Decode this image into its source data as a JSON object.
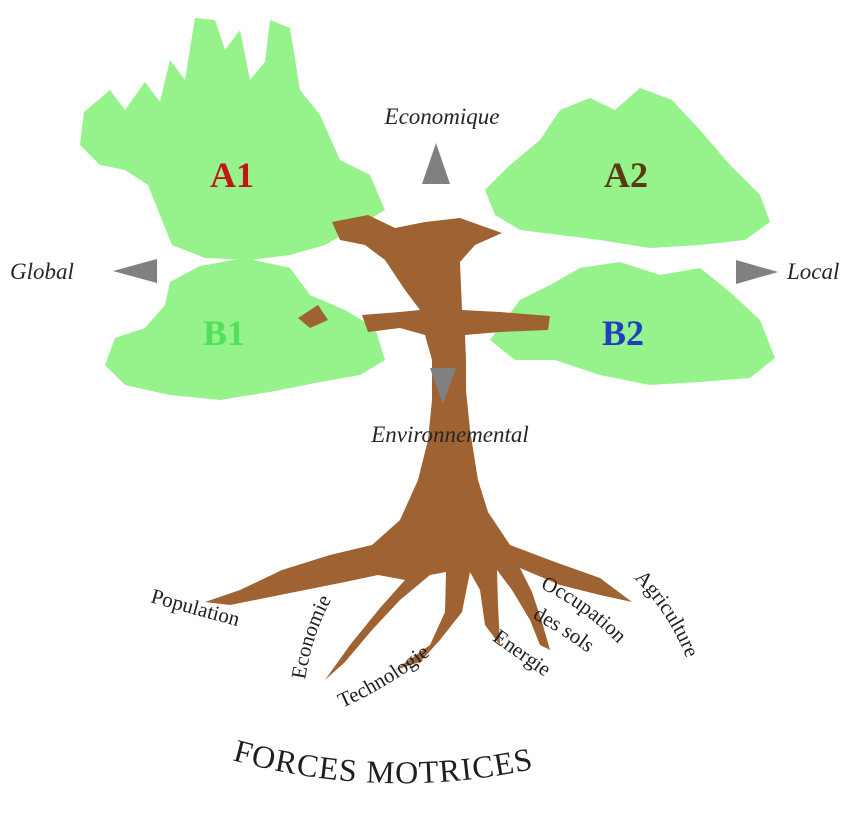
{
  "axes": {
    "top": "Economique",
    "bottom": "Environnemental",
    "left": "Global",
    "right": "Local"
  },
  "scenarios": [
    {
      "label": "A1",
      "color": "#c0161a"
    },
    {
      "label": "A2",
      "color": "#5a3a12"
    },
    {
      "label": "B1",
      "color": "#4fe05c"
    },
    {
      "label": "B2",
      "color": "#1e3fc2"
    }
  ],
  "roots": [
    "Population",
    "Economie",
    "Technologie",
    "Energie",
    "Occupation",
    "des sols",
    "Agriculture"
  ],
  "footer": "FORCES MOTRICES",
  "colors": {
    "foliage": "#96f28b",
    "trunk": "#9f6232",
    "arrows": "#808080"
  }
}
